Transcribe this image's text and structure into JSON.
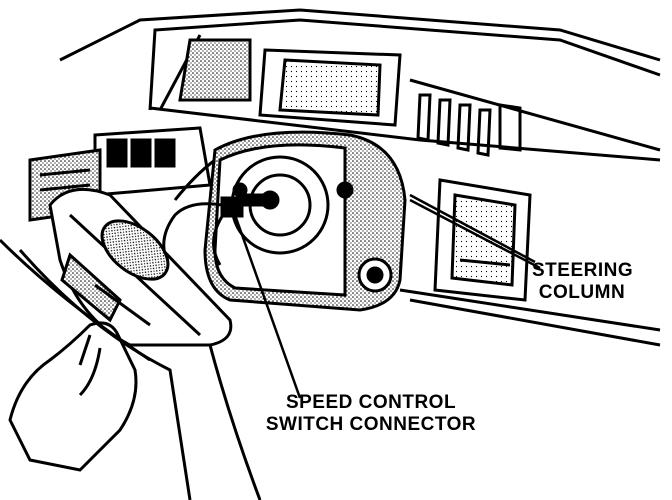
{
  "labels": {
    "steering_column": [
      "STEERING",
      "COLUMN"
    ],
    "speed_control_switch_connector": [
      "SPEED CONTROL",
      "SWITCH CONNECTOR"
    ]
  },
  "palette": {
    "ink": "#000000",
    "paper": "#ffffff",
    "stipple": "#6b6b6b"
  }
}
